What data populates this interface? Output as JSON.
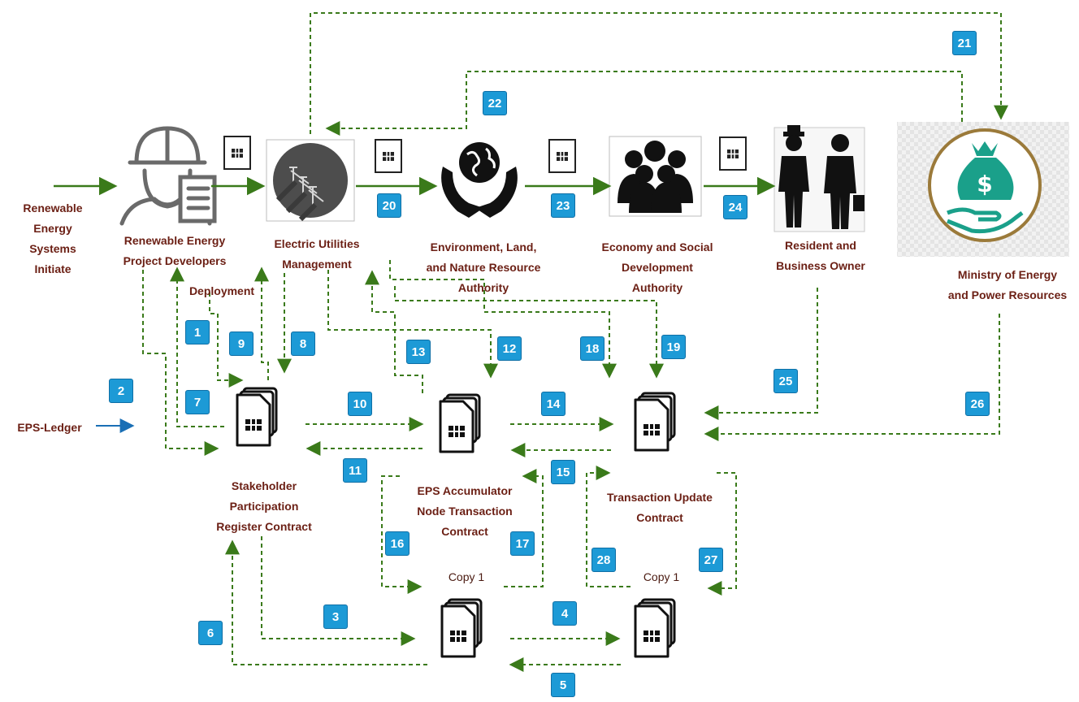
{
  "actors": {
    "developers": "Renewable Energy\nProject Developers",
    "utilities": "Electric Utilities\nManagement",
    "environment": "Environment, Land,\nand Nature Resource\nAuthority",
    "economy": "Economy and Social\nDevelopment\nAuthority",
    "resident": "Resident and\nBusiness Owner",
    "ministry": "Ministry of Energy\nand Power Resources"
  },
  "inputs": {
    "initiate": "Renewable\nEnergy\nSystems\nInitiate",
    "ledger": "EPS-Ledger",
    "deployment": "Deployment"
  },
  "contracts": {
    "stakeholder": "Stakeholder\nParticipation\nRegister Contract",
    "accumulator": "EPS Accumulator\nNode Transaction\nContract",
    "transaction_update": "Transaction Update\nContract",
    "copy_a": "Copy 1",
    "copy_b": "Copy 1"
  },
  "steps": [
    "1",
    "2",
    "3",
    "4",
    "5",
    "6",
    "7",
    "8",
    "9",
    "10",
    "11",
    "12",
    "13",
    "14",
    "15",
    "16",
    "17",
    "18",
    "19",
    "20",
    "21",
    "22",
    "23",
    "24",
    "25",
    "26",
    "27",
    "28"
  ],
  "colors": {
    "flow_arrow": "#3a7a1a",
    "ledger_arrow": "#1a6fb5",
    "step_badge": "#1d9ad6",
    "label_text": "#6b1f14",
    "ministry_ring": "#9b7a3a",
    "ministry_icon": "#1aa08a"
  }
}
